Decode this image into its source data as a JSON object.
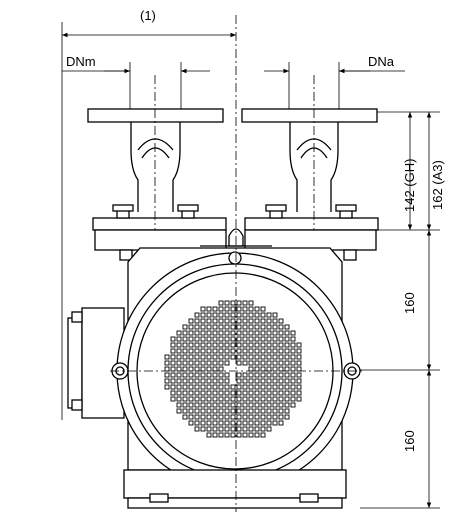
{
  "labels": {
    "overall_width": "(1)",
    "suction_nominal_diameter": "DNm",
    "discharge_nominal_diameter": "DNa",
    "height_gh": "142 (GH)",
    "height_a3": "162 (A3)",
    "height_upper_160": "160",
    "height_lower_160": "160"
  }
}
